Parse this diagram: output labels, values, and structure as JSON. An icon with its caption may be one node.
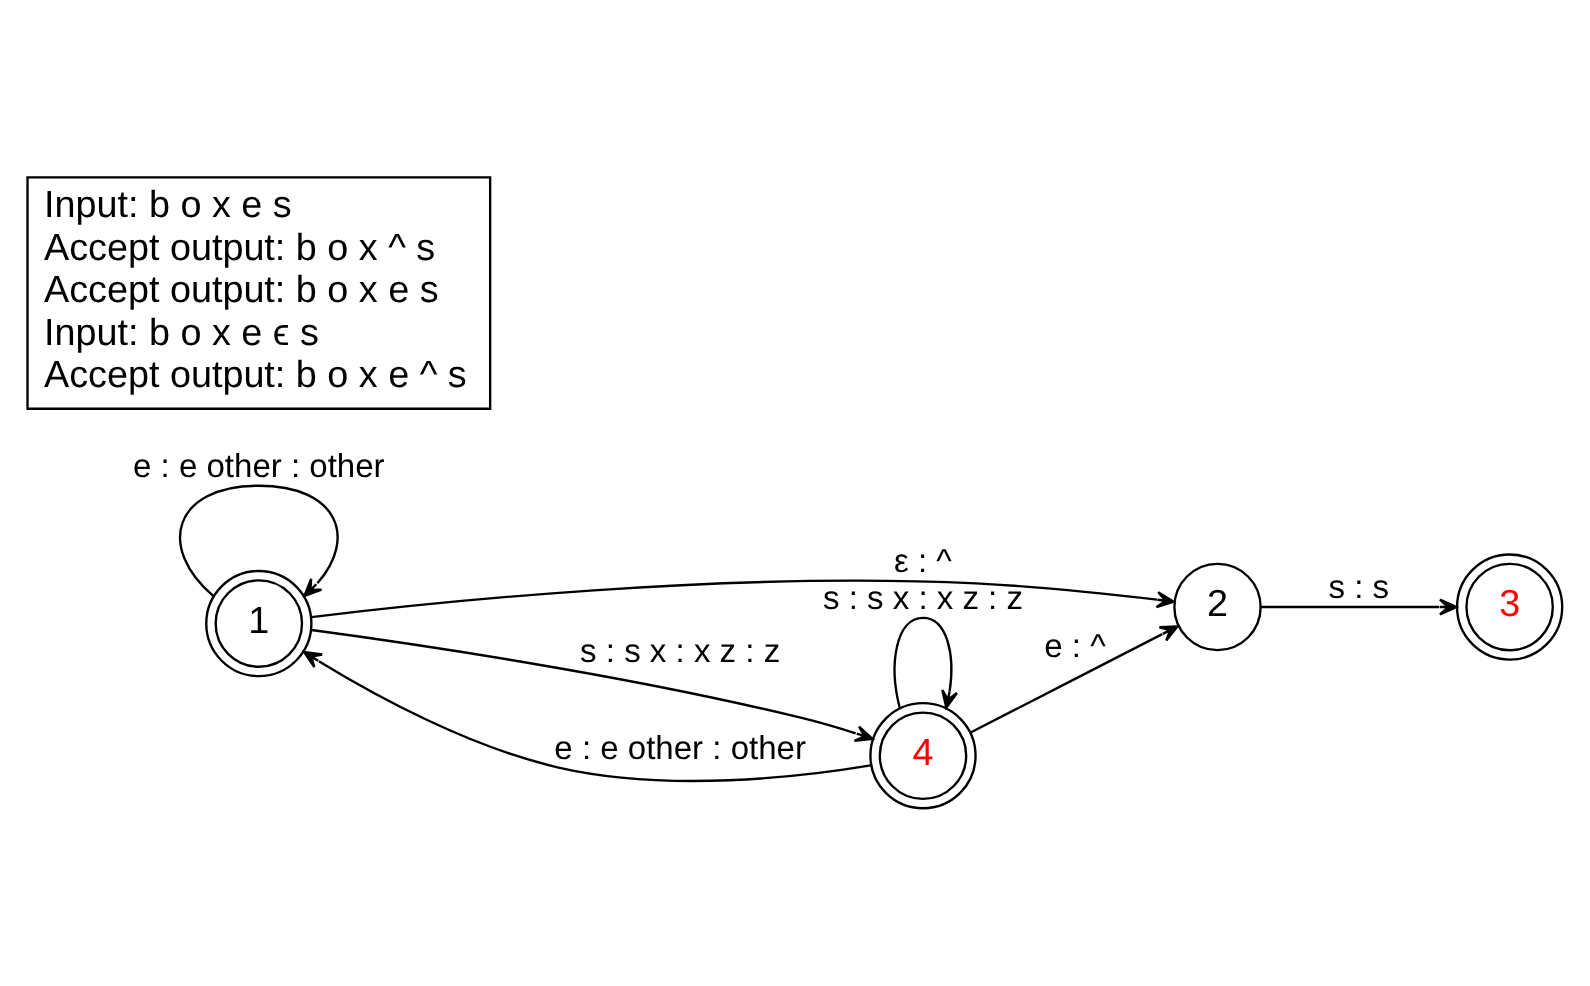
{
  "diagram": {
    "nodes": [
      {
        "text": [
          "1"
        ]
      },
      {
        "text": [
          "2"
        ]
      },
      {
        "text": [
          "3"
        ]
      },
      {
        "text": [
          "4"
        ]
      },
      {
        "text": [
          "Input: b o x e s",
          "Accept output: b o x ^ s",
          "Accept output: b o x e s",
          "Input: b o x e ϵ s",
          "Accept output: b o x e ^ s"
        ]
      }
    ],
    "edges": [
      {
        "from": 0,
        "to": 0,
        "arrow": "to",
        "label": "e : e other : other"
      },
      {
        "from": 0,
        "to": 1,
        "arrow": "to",
        "label": "ε : ^"
      },
      {
        "from": 1,
        "to": 2,
        "arrow": "to",
        "label": "s : s"
      },
      {
        "from": 0,
        "to": 3,
        "arrow": "to",
        "label": "s : s x : x z : z"
      },
      {
        "from": 3,
        "to": 0,
        "arrow": "to",
        "label": "e : e other : other"
      },
      {
        "from": 3,
        "to": 1,
        "arrow": "to",
        "label": "e : ^"
      },
      {
        "from": 3,
        "to": 3,
        "arrow": "to",
        "label": "s : s x : x z : z"
      }
    ]
  }
}
